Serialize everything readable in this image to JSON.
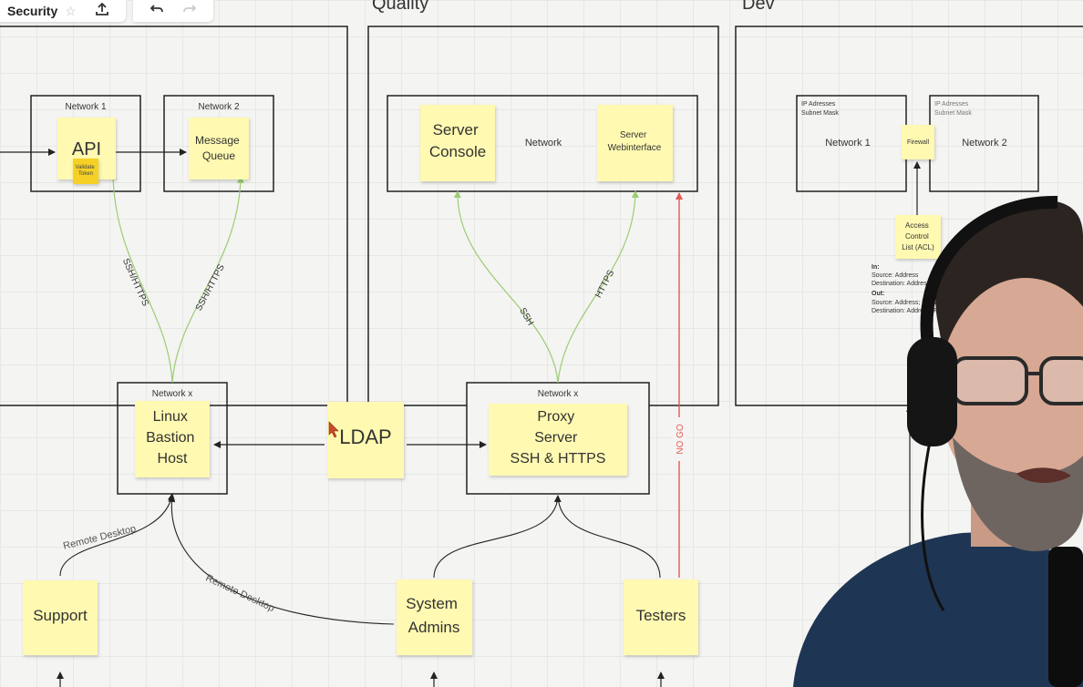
{
  "toolbar": {
    "board_title": "Security",
    "star_icon": "star-icon",
    "share_icon": "upload-icon",
    "undo_icon": "undo-icon",
    "redo_icon": "redo-icon"
  },
  "environments": [
    {
      "id": "quality",
      "label": "Quality"
    },
    {
      "id": "dev",
      "label": "Dev"
    }
  ],
  "networks": {
    "net1": "Network 1",
    "net2": "Network 2",
    "quality_net": "Network",
    "bastion_net": "Network x",
    "proxy_net": "Network x",
    "dev_net1": "Network 1",
    "dev_net2": "Network 2",
    "dev_ip1": [
      "IP Adresses",
      "Subnet Mask"
    ],
    "dev_ip2": [
      "IP Adresses",
      "Subnet Mask"
    ]
  },
  "stickies": {
    "api": [
      "API"
    ],
    "validate": [
      "Validate",
      "Token"
    ],
    "mq": [
      "Message",
      "Queue"
    ],
    "server_console": [
      "Server",
      "Console"
    ],
    "server_web": [
      "Server",
      "Webinterface"
    ],
    "firewall": [
      "Firewall"
    ],
    "acl": [
      "Access",
      "Control",
      "List (ACL)"
    ],
    "bastion": [
      "Linux",
      "Bastion",
      "Host"
    ],
    "ldap": [
      "LDAP"
    ],
    "proxy": [
      "Proxy",
      "Server",
      "SSH & HTTPS"
    ],
    "support": [
      "Support"
    ],
    "sysadmins": [
      "System",
      "Admins"
    ],
    "testers": [
      "Testers"
    ]
  },
  "acl_notes": [
    {
      "text": "In:",
      "bold": true
    },
    {
      "text": "Source: Address",
      "bold": false
    },
    {
      "text": "Destination: Address; N",
      "bold": false
    },
    {
      "text": "Out:",
      "bold": true
    },
    {
      "text": "Source: Address; Netw",
      "bold": false
    },
    {
      "text": "Destination: Address; P",
      "bold": false
    }
  ],
  "connections": {
    "ssh_https_1": "SSH/HTTPS",
    "ssh_https_2": "SSH/HTTPS",
    "ssh": "SSH",
    "https": "HTTPS",
    "no_go": "NO GO",
    "remote_desktop_1": "Remote Desktop",
    "remote_desktop_2": "Remote Desktop"
  },
  "colors": {
    "sticky": "#fff9b1",
    "sticky_dark": "#f5d128",
    "green_line": "#9ccc74",
    "red_line": "#e45a52",
    "frame": "#222222"
  }
}
